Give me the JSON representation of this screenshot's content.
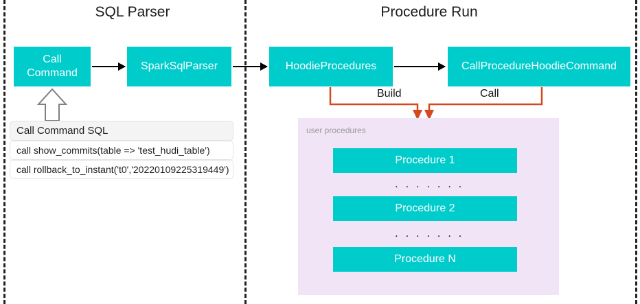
{
  "diagram": {
    "sections": [
      {
        "title": "SQL Parser"
      },
      {
        "title": "Procedure Run"
      }
    ],
    "nodes": {
      "call_command": "Call\nCommand",
      "call_command_line1": "Call",
      "call_command_line2": "Command",
      "spark_sql_parser": "SparkSqlParser",
      "hoodie_procedures": "HoodieProcedures",
      "call_procedure_hoodie_command": "CallProcedureHoodieCommand"
    },
    "edge_labels": {
      "build": "Build",
      "call": "Call"
    },
    "sql_table": {
      "header": "Call Command SQL",
      "rows": [
        "call show_commits(table => 'test_hudi_table')",
        "call rollback_to_instant('t0','20220109225319449')"
      ]
    },
    "procedures_panel": {
      "label": "user procedures",
      "items": [
        "Procedure 1",
        "Procedure 2",
        "Procedure N"
      ],
      "separators": [
        ". . . . . . .",
        ". . . . . . ."
      ]
    },
    "colors": {
      "box_fill": "#00CCCC",
      "box_text": "#FFFFFF",
      "panel_fill": "#F2E4F7",
      "panel_label": "#9A9A9A",
      "connector_orange": "#D4491E",
      "arrow_black": "#000000",
      "divider": "#222222",
      "table_header_bg": "#F4F4F4",
      "table_border": "#E3E3E3"
    }
  }
}
